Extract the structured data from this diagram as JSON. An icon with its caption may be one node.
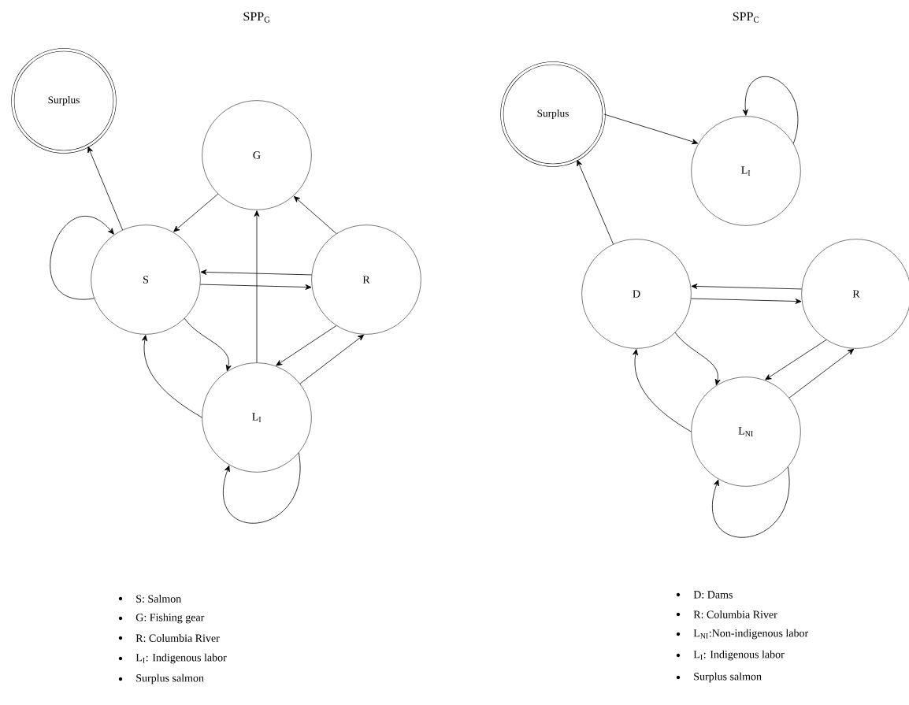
{
  "diagram": {
    "nodes": [
      {
        "text": [
          "Surplus"
        ]
      },
      {
        "text": [
          "G"
        ]
      },
      {
        "text": [
          "S"
        ]
      },
      {
        "text": [
          "R"
        ]
      },
      {
        "text": [
          "L$_{I}$"
        ]
      },
      {
        "text": [
          "Surplus"
        ]
      },
      {
        "text": [
          "L$_{I}$"
        ]
      },
      {
        "text": [
          "D"
        ]
      },
      {
        "text": [
          "R"
        ]
      },
      {
        "text": [
          "L$_{NI}$"
        ]
      }
    ],
    "edges": [
      {
        "from": 2,
        "to": 0,
        "arrow": "to"
      },
      {
        "from": 1,
        "to": 2,
        "arrow": "to"
      },
      {
        "from": 2,
        "to": 2,
        "arrow": "to"
      },
      {
        "from": 3,
        "to": 2,
        "arrow": "to"
      },
      {
        "from": 2,
        "to": 3,
        "arrow": "to"
      },
      {
        "from": 3,
        "to": 1,
        "arrow": "to"
      },
      {
        "from": 4,
        "to": 1,
        "arrow": "to"
      },
      {
        "from": 2,
        "to": 4,
        "arrow": "to"
      },
      {
        "from": 3,
        "to": 4,
        "arrow": "to"
      },
      {
        "from": 4,
        "to": 3,
        "arrow": "to"
      },
      {
        "from": 4,
        "to": 2,
        "arrow": "to"
      },
      {
        "from": 4,
        "to": 4,
        "arrow": "to"
      },
      {
        "from": 5,
        "to": 6,
        "arrow": "to"
      },
      {
        "from": 6,
        "to": 6,
        "arrow": "to"
      },
      {
        "from": 7,
        "to": 5,
        "arrow": "to"
      },
      {
        "from": 8,
        "to": 7,
        "arrow": "to"
      },
      {
        "from": 7,
        "to": 8,
        "arrow": "to"
      },
      {
        "from": 7,
        "to": 9,
        "arrow": "to"
      },
      {
        "from": 8,
        "to": 9,
        "arrow": "to"
      },
      {
        "from": 9,
        "to": 8,
        "arrow": "to"
      },
      {
        "from": 9,
        "to": 7,
        "arrow": "to"
      },
      {
        "from": 9,
        "to": 9,
        "arrow": "to"
      }
    ],
    "labels": [
      "SPP$_{G}$",
      "SPP$_{C}$",
      "S: Salmon",
      "G: Fishing gear",
      "R: Columbia River",
      "L$_{I}$: Indigenous labor",
      "Surplus salmon",
      "D: Dams",
      "R: Columbia River",
      "L$_{NI}$:Non-indigenous labor",
      "L$_{I}$: Indigenous labor",
      "Surplus salmon"
    ]
  }
}
